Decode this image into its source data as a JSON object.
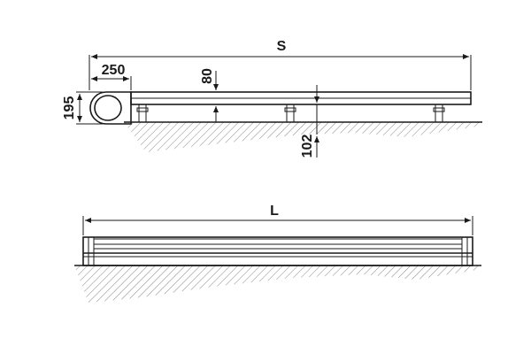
{
  "side_view": {
    "label_length": "S",
    "label_tube_width": "250",
    "label_tube_height": "195",
    "label_profile_height": "80",
    "label_floor_offset": "102"
  },
  "front_view": {
    "label_length": "L"
  },
  "colors": {
    "ink": "#1a1a1a",
    "hatch": "#6b6b6b",
    "background": "#ffffff"
  }
}
